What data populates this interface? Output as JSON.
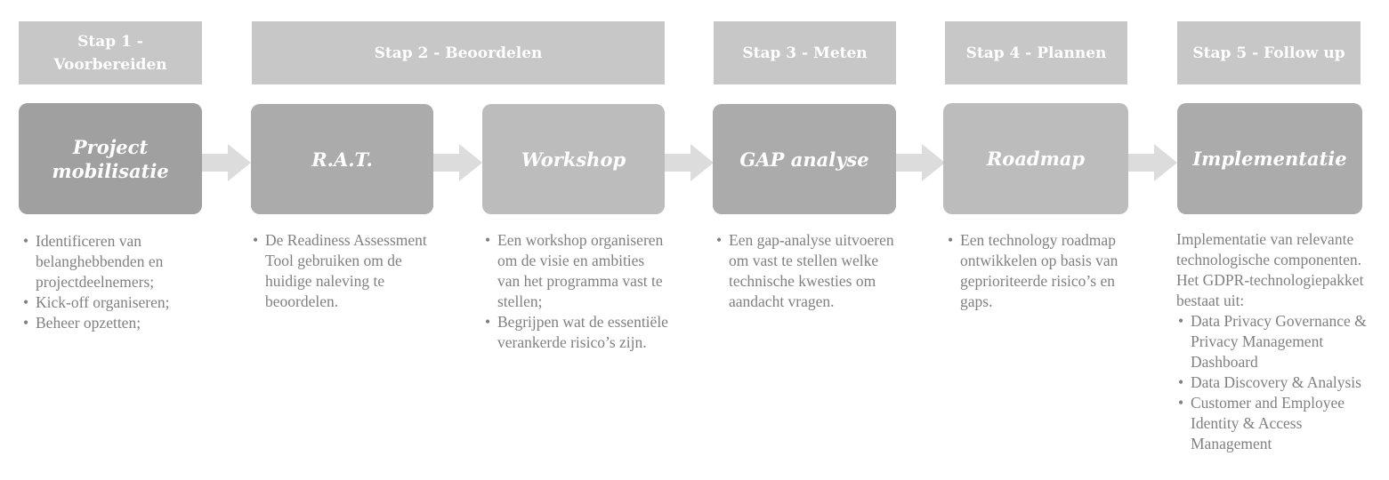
{
  "colors": {
    "header_bg": "#c7c7c7",
    "arrow": "#dcdcdc",
    "text": "#808080",
    "box_dark": "#a0a0a0",
    "box_mid": "#ababab",
    "box_light": "#bcbcbc"
  },
  "headers": [
    {
      "label": "Stap 1 -\nVoorbereiden"
    },
    {
      "label": "Stap 2 - Beoordelen"
    },
    {
      "label": "Stap 3 - Meten"
    },
    {
      "label": "Stap 4 - Plannen"
    },
    {
      "label": "Stap 5 - Follow up"
    }
  ],
  "phases": [
    {
      "label": "Project\nmobilisatie",
      "color": "#a0a0a0"
    },
    {
      "label": "R.A.T.",
      "color": "#ababab"
    },
    {
      "label": "Workshop",
      "color": "#bcbcbc"
    },
    {
      "label": "GAP analyse",
      "color": "#ababab"
    },
    {
      "label": "Roadmap",
      "color": "#bcbcbc"
    },
    {
      "label": "Implementatie",
      "color": "#ababab"
    }
  ],
  "descriptions": [
    {
      "bullets": [
        "Identificeren van belanghebbenden en projectdeelnemers;",
        "Kick-off organiseren;",
        "Beheer opzetten;"
      ]
    },
    {
      "bullets": [
        "De Readiness Assessment Tool gebruiken om de huidige naleving te beoordelen."
      ]
    },
    {
      "bullets": [
        "Een workshop organiseren om de visie en ambities van het programma vast te stellen;",
        "Begrijpen wat de essentiële verankerde risico’s zijn."
      ]
    },
    {
      "bullets": [
        "Een gap-analyse uitvoeren om vast te stellen welke technische kwesties om aandacht vragen."
      ]
    },
    {
      "bullets": [
        "Een technology roadmap ontwikkelen op basis van geprioriteerde risico’s en gaps."
      ]
    },
    {
      "intro": "Implementatie van relevante technologische componenten. Het GDPR-technologiepakket bestaat uit:",
      "bullets": [
        "Data Privacy Governance & Privacy Management Dashboard",
        "Data Discovery & Analysis",
        "Customer and Employee Identity & Access Management"
      ]
    }
  ]
}
